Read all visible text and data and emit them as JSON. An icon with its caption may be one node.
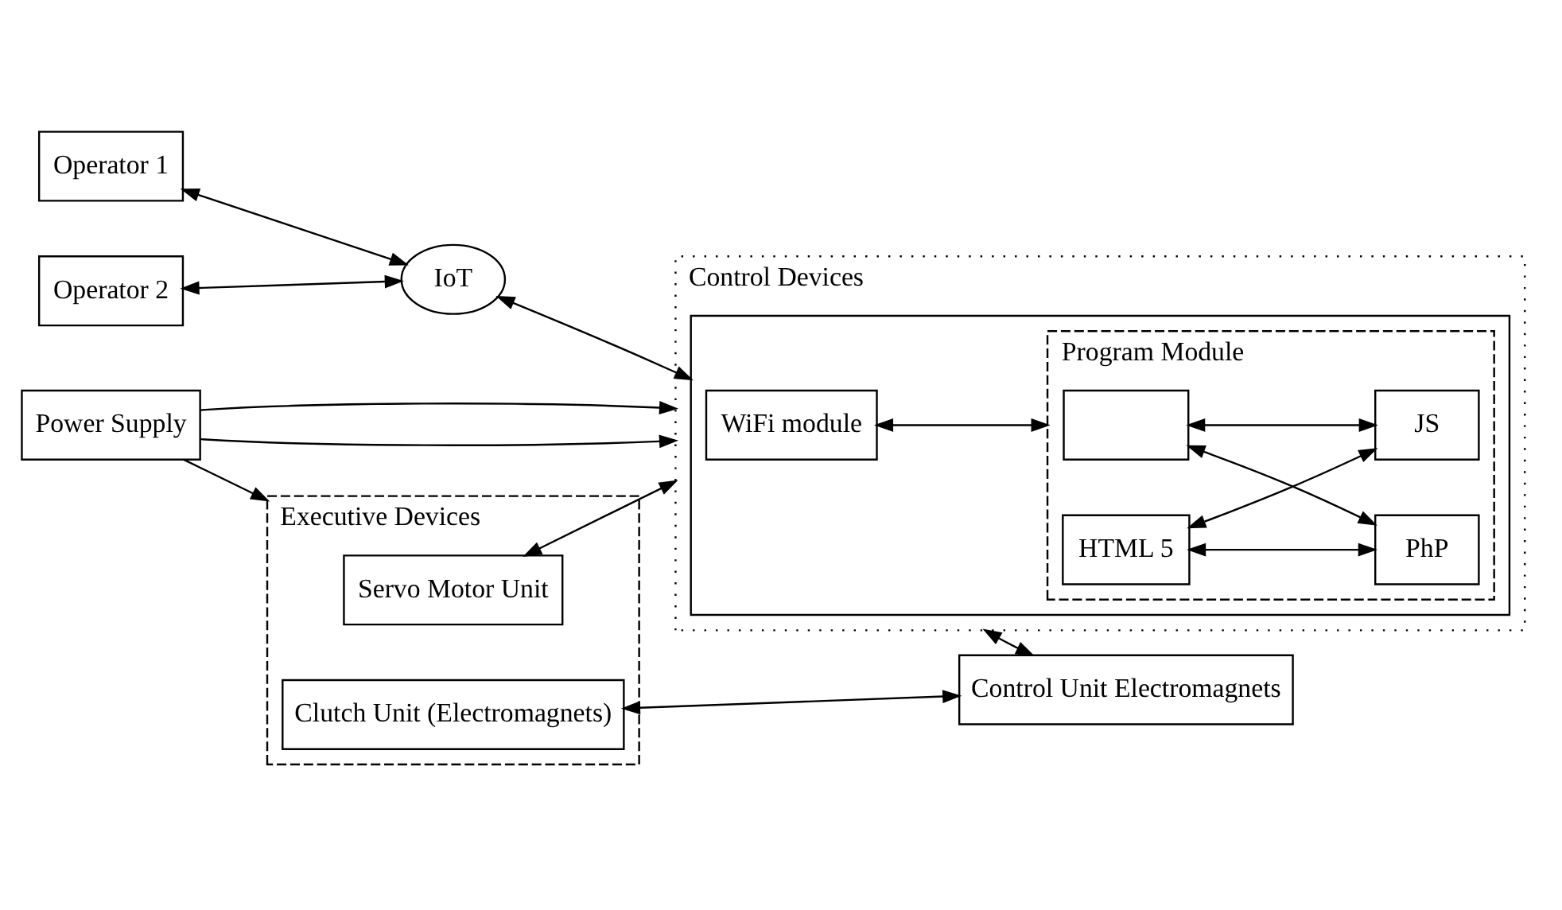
{
  "diagram": {
    "nodes": [
      {
        "text": [
          "Operator 1"
        ]
      },
      {
        "text": [
          "IoT"
        ]
      },
      {
        "text": [
          "Operator 2"
        ]
      },
      {
        "text": [
          "Executive Devices"
        ]
      },
      {
        "text": [
          "Servo Motor Unit"
        ],
        "in": 3
      },
      {
        "text": [
          "Clutch Unit (Electromagnets)"
        ],
        "in": 3
      },
      {
        "text": [
          "Control Unit Electromagnets"
        ]
      },
      {
        "text": [
          "Control Devices"
        ]
      },
      {
        "text": [],
        "shape": "box",
        "in": 7
      },
      {
        "text": [
          "WiFi module"
        ],
        "in": 8
      },
      {
        "text": [
          "Program Module"
        ],
        "in": 8
      },
      {
        "text": [],
        "shape": "box",
        "in": 10
      },
      {
        "text": [
          "PhP"
        ],
        "in": 10
      },
      {
        "text": [
          "JS"
        ],
        "in": 10
      },
      {
        "text": [
          "HTML 5"
        ],
        "in": 10
      },
      {
        "text": [
          "Power Supply"
        ]
      }
    ],
    "edges": [
      {
        "from": 0,
        "to": 1,
        "arrow": "both"
      },
      {
        "from": 2,
        "to": 1,
        "arrow": "both"
      },
      {
        "from": 1,
        "to": 8,
        "arrow": "both"
      },
      {
        "from": 4,
        "to": 7,
        "arrow": "both"
      },
      {
        "from": 5,
        "to": 6,
        "arrow": "both"
      },
      {
        "from": 7,
        "to": 6,
        "arrow": "both"
      },
      {
        "from": 9,
        "to": 10,
        "arrow": "both"
      },
      {
        "from": 11,
        "to": 12,
        "arrow": "both"
      },
      {
        "from": 11,
        "to": 13,
        "arrow": "both"
      },
      {
        "from": 14,
        "to": 12,
        "arrow": "both"
      },
      {
        "from": 14,
        "to": 13,
        "arrow": "both"
      },
      {
        "from": 15,
        "to": 7,
        "arrow": "to"
      },
      {
        "from": 15,
        "to": 7,
        "arrow": "to"
      },
      {
        "from": 15,
        "to": 3,
        "arrow": "to"
      }
    ]
  }
}
